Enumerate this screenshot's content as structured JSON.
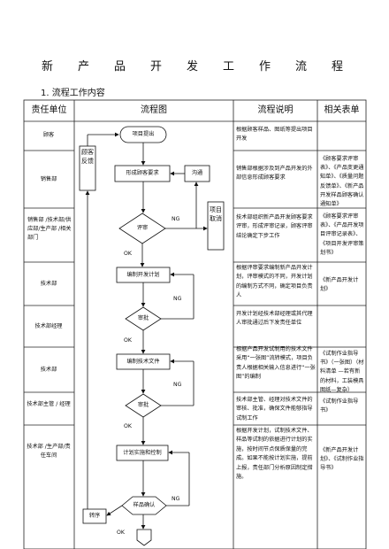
{
  "title_chars": [
    "新",
    "产",
    "品",
    "开",
    "发",
    "工",
    "作",
    "流",
    "程"
  ],
  "section_heading": "1. 流程工作内容",
  "columns": {
    "unit": "责任单位",
    "flow": "流程图",
    "desc": "流程说明",
    "form": "相关表单"
  },
  "units": [
    "顾客",
    "销售部",
    "销售部 /技术部/供应部/生产部 /相关部门",
    "技术部",
    "技术部经理",
    "技术部",
    "技术部主管 / 经理",
    "技术部 /生产部/责任车间"
  ],
  "descriptions": [
    "根据顾客样品、图纸等提出项目开发",
    "销售部根据涉及到产品开发的外部信息形成顾客要求",
    "技术部组织新产品开发顾客要求评审，形成评审记录，顾客评审结论确定下步工作",
    "根据评审要求编制新产品开发计划，评审模式的不同，开发计划的编制方式不同，确定项目负责人",
    "开发计划经技术部经理或其代理人审批通过后下发责任单位",
    "根据产品开发试制用的技术文件采用“一张图”流转模式，项目负责人根据相关输入信息进行“一张图”的编制",
    "技术部主管、经理对技术文件的审核、批准，确保文件能够指导试制工作",
    "根据开发计划，试制技术文件、样品等试制的依据进行计划的实施，按时间节点保质保量的完成。如果不能按计划实施，提前上报，责任部门分析原因制定措施。"
  ],
  "forms": [
    "",
    "《顾客要求评审表》、《产品变更通知单》、《质量问题反馈单》、《新产品开发样品顾客确认通知单》",
    "《顾客要求评审表》、《产品开发项目评审记录表》、《项目开发评审策划书》",
    "《新产品开发计划》",
    "",
    "《试制作业指导书》（一张图）（材料清单 —若有新的材料，工装模具图纸—复杂）",
    "《试制作业指导书》",
    "《新产品开发计划》、《试制作业指导书》"
  ],
  "flowchart": {
    "start": "项目提出",
    "customer_feedback": "顾客反馈",
    "form_requirements": "形成顾客要求",
    "communicate": "沟通",
    "review": "评审",
    "project_cancel": "项目取消",
    "make_plan": "编制开发计划",
    "approve_1": "审批",
    "make_docs": "编制技术文件",
    "approve_2": "审批",
    "implement": "计划实施和控制",
    "sample_confirm": "样品确认",
    "transfer": "转序",
    "ok": "OK",
    "ng": "NG"
  }
}
